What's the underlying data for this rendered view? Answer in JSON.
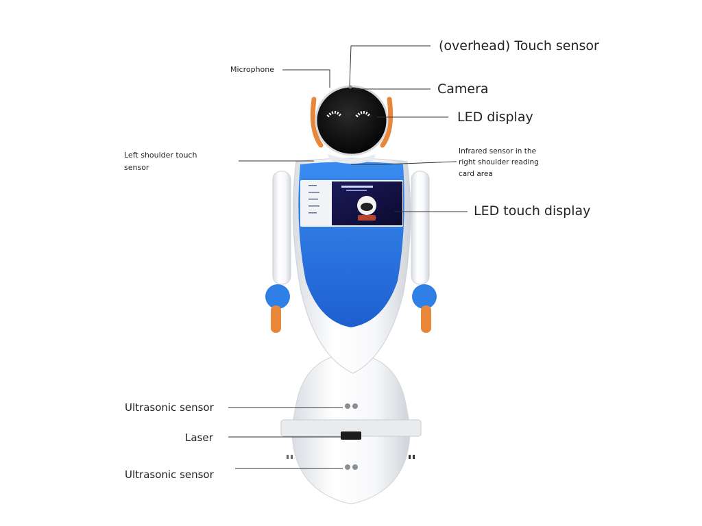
{
  "labels": {
    "overhead_touch": "(overhead) Touch sensor",
    "microphone": "Microphone",
    "camera": "Camera",
    "led_display": "LED display",
    "left_shoulder_line1": "Left shoulder touch",
    "left_shoulder_line2": "sensor",
    "infrared_line1": "Infrared sensor in the",
    "infrared_line2": "right shoulder reading",
    "infrared_line3": "card area",
    "led_touch_display": "LED touch display",
    "ultrasonic_upper": "Ultrasonic sensor",
    "laser": "Laser",
    "ultrasonic_lower": "Ultrasonic sensor"
  },
  "colors": {
    "body_white": "#f4f5f7",
    "screen_blue": "#2f7fe6",
    "accent_orange": "#e8863a",
    "head_black": "#121212",
    "leader_line": "#333333"
  }
}
